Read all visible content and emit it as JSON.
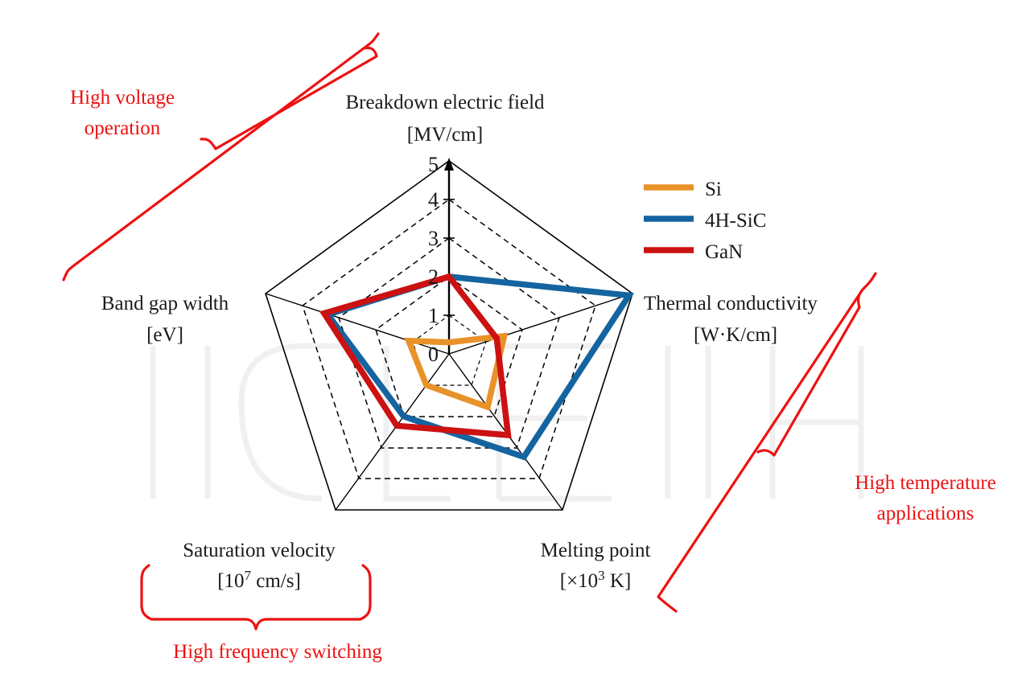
{
  "chart_data": {
    "type": "radar",
    "title": "",
    "axes": [
      {
        "label": "Breakdown electric field",
        "unit": "[MV/cm]",
        "angle_deg": 0
      },
      {
        "label": "Thermal conductivity",
        "unit": "[W·K/cm]",
        "angle_deg": 72
      },
      {
        "label": "Melting point",
        "unit": "[×10³ K]",
        "angle_deg": 144
      },
      {
        "label": "Saturation velocity",
        "unit": "[10⁷ cm/s]",
        "angle_deg": 216
      },
      {
        "label": "Band gap width",
        "unit": "[eV]",
        "angle_deg": 288
      }
    ],
    "axis_names": [
      "Breakdown electric field",
      "Thermal conductivity",
      "Melting point",
      "Saturation velocity",
      "Band gap width"
    ],
    "rlim": [
      0,
      5
    ],
    "rticks": [
      "0",
      "1",
      "2",
      "3",
      "4",
      "5"
    ],
    "grid": "dashed pentagon rings at 1,2,3,4 and solid outer pentagon at 5",
    "series": [
      {
        "name": "Si",
        "color": "#E8922A",
        "values": [
          0.3,
          1.5,
          1.7,
          1.0,
          1.1
        ]
      },
      {
        "name": "4H-SiC",
        "color": "#1464A0",
        "values": [
          2.0,
          4.9,
          3.3,
          2.0,
          3.3
        ]
      },
      {
        "name": "GaN",
        "color": "#CC1111",
        "values": [
          2.0,
          1.3,
          2.6,
          2.3,
          3.4
        ]
      }
    ],
    "legend_position": "top-right"
  },
  "annotations": [
    {
      "id": "high-voltage",
      "text_line1": "High voltage",
      "text_line2": "operation",
      "color": "#EE1111"
    },
    {
      "id": "high-temp",
      "text_line1": "High temperature",
      "text_line2": "applications",
      "color": "#EE1111"
    },
    {
      "id": "high-frequency",
      "text_line1": "High frequency switching",
      "text_line2": "",
      "color": "#EE1111"
    }
  ],
  "labels": {
    "axis0_l1": "Breakdown electric field",
    "axis0_l2": "[MV/cm]",
    "axis1_l1": "Thermal conductivity",
    "axis1_l2": "[W·K/cm]",
    "axis2_l1": "Melting point",
    "axis2_l2_pre": "[×10",
    "axis2_l2_sup": "3",
    "axis2_l2_post": " K]",
    "axis3_l1": "Saturation velocity",
    "axis3_l2_pre": "[10",
    "axis3_l2_sup": "7",
    "axis3_l2_post": " cm/s]",
    "axis4_l1": "Band gap width",
    "axis4_l2": "[eV]",
    "tick0": "0",
    "tick1": "1",
    "tick2": "2",
    "tick3": "3",
    "tick4": "4",
    "tick5": "5",
    "legend0": "Si",
    "legend1": "4H-SiC",
    "legend2": "GaN",
    "anno_hv_1": "High voltage",
    "anno_hv_2": "operation",
    "anno_ht_1": "High temperature",
    "anno_ht_2": "applications",
    "anno_hf_1": "High frequency switching"
  },
  "colors": {
    "si": "#E8922A",
    "sic": "#1464A0",
    "gan": "#CC1111",
    "annotation": "#EE1111",
    "grid": "#000000",
    "watermark": "#f0f0f0"
  }
}
